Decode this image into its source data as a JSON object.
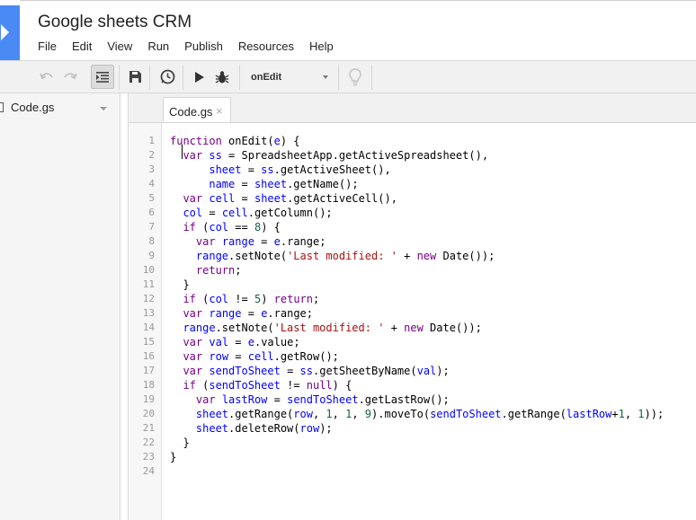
{
  "header": {
    "app_title": "Google sheets CRM",
    "menu": [
      "File",
      "Edit",
      "View",
      "Run",
      "Publish",
      "Resources",
      "Help"
    ]
  },
  "toolbar": {
    "function_select": "onEdit"
  },
  "sidebar": {
    "files": [
      "Code.gs"
    ]
  },
  "editor": {
    "tab": "Code.gs",
    "tab_close": "×",
    "line_numbers": [
      "1",
      "2",
      "3",
      "4",
      "5",
      "6",
      "7",
      "8",
      "9",
      "10",
      "11",
      "12",
      "13",
      "14",
      "15",
      "16",
      "17",
      "18",
      "19",
      "20",
      "21",
      "22",
      "23",
      "24"
    ],
    "lines": [
      "function onEdit(e) {",
      "  var ss = SpreadsheetApp.getActiveSpreadsheet(),",
      "      sheet = ss.getActiveSheet(),",
      "      name = sheet.getName();",
      "  var cell = sheet.getActiveCell(),",
      "  col = cell.getColumn();",
      "  if (col == 8) {",
      "    var range = e.range;",
      "    range.setNote('Last modified: ' + new Date());",
      "    return;",
      "  }",
      "  if (col != 5) return;",
      "  var range = e.range;",
      "  range.setNote('Last modified: ' + new Date());",
      "  var val = e.value;",
      "  var row = cell.getRow();",
      "  var sendToSheet = ss.getSheetByName(val);",
      "  if (sendToSheet != null) {",
      "    var lastRow = sendToSheet.getLastRow();",
      "    sheet.getRange(row, 1, 1, 9).moveTo(sendToSheet.getRange(lastRow+1, 1));",
      "    sheet.deleteRow(row);",
      "  }",
      "}",
      ""
    ]
  },
  "colors": {
    "brand_blue": "#4a8af4",
    "keyword": "#770088",
    "variable": "#0000ff",
    "string": "#aa1111",
    "number": "#116644"
  }
}
